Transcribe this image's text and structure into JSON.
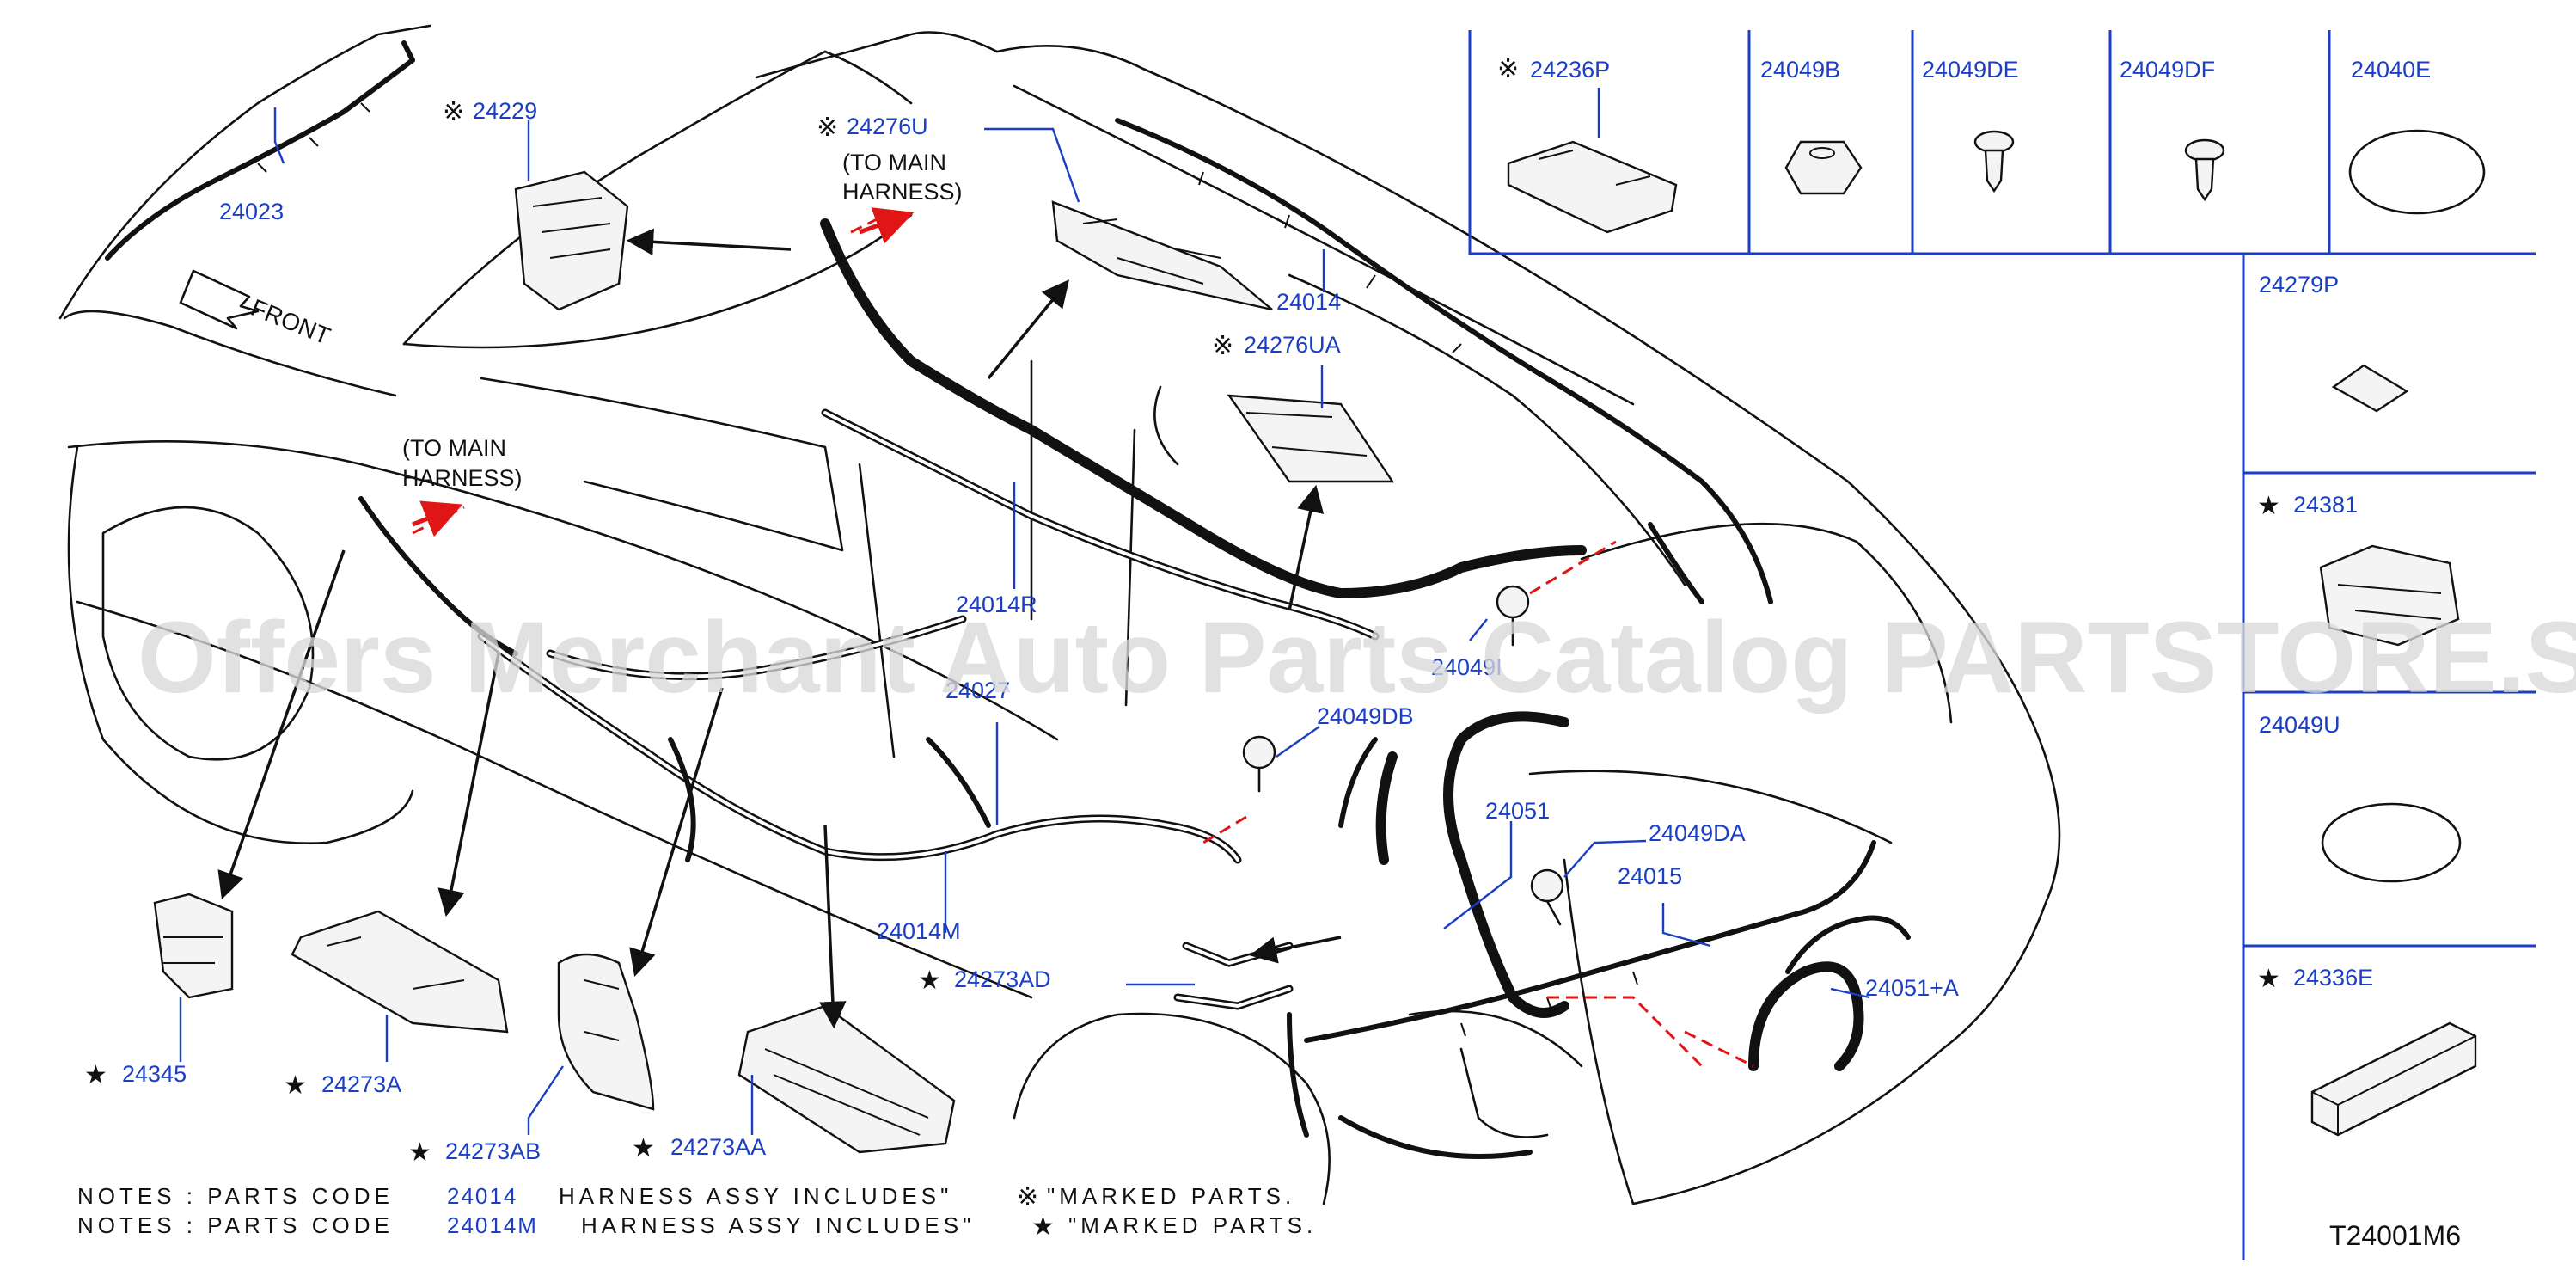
{
  "diagram_code": "T24001M6",
  "watermark": "Offers Merchant Auto Parts Catalog PARTSTORE.SA",
  "front_label": "FRONT",
  "main_harness_note_1": "(TO   MAIN",
  "main_harness_note_2": "HARNESS)",
  "symbols": {
    "ref": "※",
    "star": "★"
  },
  "labels": {
    "p24229": "24229",
    "p24023": "24023",
    "p24276U": "24276U",
    "p24014": "24014",
    "p24276UA": "24276UA",
    "p24014R": "24014R",
    "p24049I": "24049I",
    "p24027": "24027",
    "p24049DB": "24049DB",
    "p24051": "24051",
    "p24049DA": "24049DA",
    "p24015": "24015",
    "p24051A": "24051+A",
    "p24014M": "24014M",
    "p24273AD": "24273AD",
    "p24345": "24345",
    "p24273A": "24273A",
    "p24273AB": "24273AB",
    "p24273AA": "24273AA"
  },
  "table_cells": {
    "c24236P": "24236P",
    "c24049B": "24049B",
    "c24049DE": "24049DE",
    "c24049DF": "24049DF",
    "c24040E": "24040E",
    "c24279P": "24279P",
    "c24381": "24381",
    "c24049U": "24049U",
    "c24336E": "24336E"
  },
  "notes": [
    {
      "prefix": "NOTES   :   PARTS   CODE",
      "code": "24014",
      "text": "HARNESS   ASSY   INCLUDES\"",
      "mark_text": "\"MARKED   PARTS."
    },
    {
      "prefix": "NOTES   :   PARTS   CODE",
      "code": "24014M",
      "text": "HARNESS   ASSY   INCLUDES\"",
      "mark_text": "\"MARKED   PARTS."
    }
  ],
  "colors": {
    "label_blue": "#1a3ec4",
    "line": "#111111",
    "dash_red": "#e01515",
    "watermark": "#d9d9d9"
  }
}
